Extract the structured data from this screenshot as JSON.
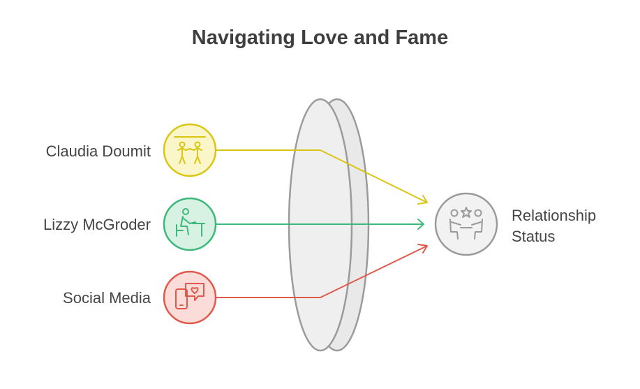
{
  "title": "Navigating Love and Fame",
  "inputs": [
    {
      "label": "Claudia Doumit",
      "icon": "dancing-couple-icon",
      "color": "#d9c614",
      "fill": "#fbf6c9"
    },
    {
      "label": "Lizzy McGroder",
      "icon": "person-at-desk-icon",
      "color": "#3cb87a",
      "fill": "#d7f2e2"
    },
    {
      "label": "Social Media",
      "icon": "phone-heart-message-icon",
      "color": "#e05a4c",
      "fill": "#fbdcd8"
    }
  ],
  "output": {
    "label_line1": "Relationship",
    "label_line2": "Status",
    "icon": "two-people-talking-icon",
    "color": "#9a9a9a",
    "fill": "#f2f2f2"
  },
  "lens": {
    "icon": "lens-icon",
    "color": "#9b9b9b",
    "fill": "#ececec"
  }
}
